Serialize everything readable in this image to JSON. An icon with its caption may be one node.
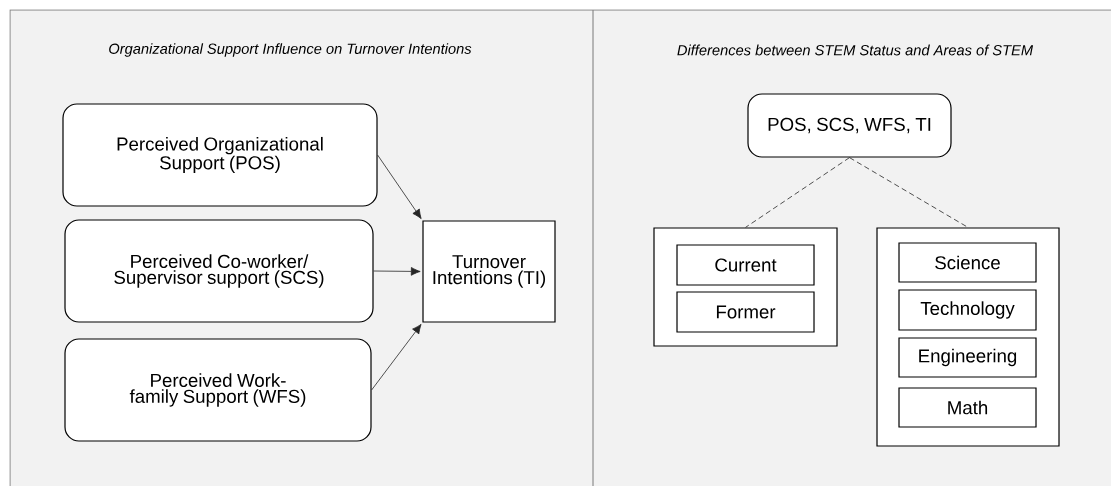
{
  "diagram": {
    "nodes": [
      {
        "text": [
          "Perceived Organizational Support (POS)"
        ]
      },
      {
        "text": [
          "Perceived Co-worker/ Supervisor support (SCS)"
        ]
      },
      {
        "text": [
          "Perceived Work-family Support (WFS)"
        ]
      },
      {
        "text": [
          "Turnover Intentions (TI)"
        ]
      },
      {
        "text": [
          "POS, SCS, WFS, TI"
        ]
      },
      {
        "text": [],
        "shape": "box"
      },
      {
        "text": [
          "Current"
        ],
        "in": 5
      },
      {
        "text": [
          "Former"
        ],
        "in": 5
      },
      {
        "text": [],
        "shape": "box"
      },
      {
        "text": [
          "Science"
        ],
        "in": 8
      },
      {
        "text": [
          "Technology"
        ],
        "in": 8
      },
      {
        "text": [
          "Engineering"
        ],
        "in": 8
      },
      {
        "text": [
          "Math"
        ],
        "in": 8
      }
    ],
    "edges": [
      {
        "from": 0,
        "to": 3,
        "arrow": "to"
      },
      {
        "from": 1,
        "to": 3,
        "arrow": "to"
      },
      {
        "from": 2,
        "to": 3,
        "arrow": "to"
      },
      {
        "from": 4,
        "to": 5,
        "arrow": "none",
        "style": "dashed"
      },
      {
        "from": 4,
        "to": 8,
        "arrow": "none",
        "style": "dashed"
      }
    ],
    "labels": [
      "Organizational Support Influence on Turnover Intentions",
      "Differences between STEM Status and Areas of STEM"
    ]
  }
}
